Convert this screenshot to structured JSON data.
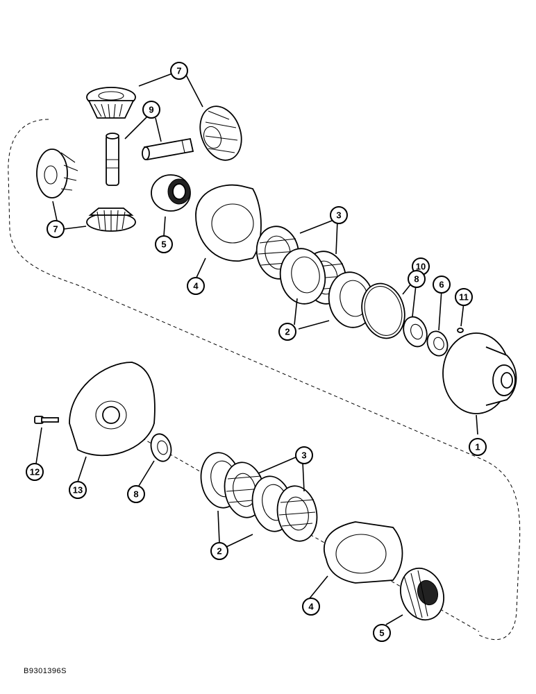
{
  "catalog_number": "B9301396S",
  "callouts": [
    {
      "id": "c7a",
      "label": "7"
    },
    {
      "id": "c9",
      "label": "9"
    },
    {
      "id": "c7b",
      "label": "7"
    },
    {
      "id": "c5a",
      "label": "5"
    },
    {
      "id": "c4a",
      "label": "4"
    },
    {
      "id": "c3a",
      "label": "3"
    },
    {
      "id": "c10",
      "label": "10"
    },
    {
      "id": "c8a",
      "label": "8"
    },
    {
      "id": "c6a",
      "label": "6"
    },
    {
      "id": "c11",
      "label": "11"
    },
    {
      "id": "c2a",
      "label": "2"
    },
    {
      "id": "c1",
      "label": "1"
    },
    {
      "id": "c12",
      "label": "12"
    },
    {
      "id": "c13",
      "label": "13"
    },
    {
      "id": "c8b",
      "label": "8"
    },
    {
      "id": "c3b",
      "label": "3"
    },
    {
      "id": "c2b",
      "label": "2"
    },
    {
      "id": "c4b",
      "label": "4"
    },
    {
      "id": "c5b",
      "label": "5"
    }
  ]
}
